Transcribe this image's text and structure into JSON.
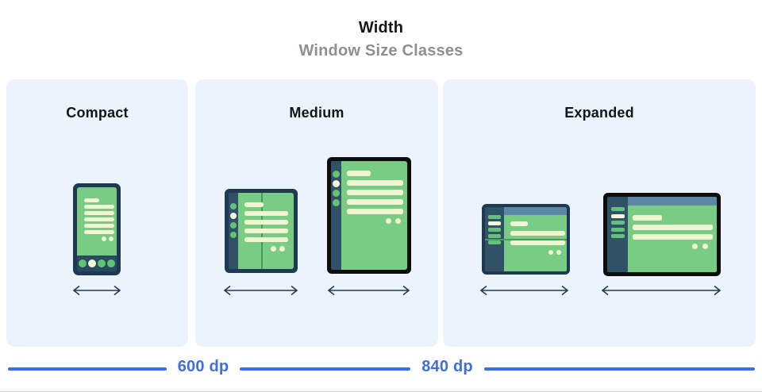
{
  "header": {
    "title": "Width",
    "subtitle": "Window Size Classes"
  },
  "panels": [
    {
      "label": "Compact",
      "devices": [
        "phone-portrait"
      ]
    },
    {
      "label": "Medium",
      "devices": [
        "open-foldable-portrait",
        "tablet-portrait"
      ]
    },
    {
      "label": "Expanded",
      "devices": [
        "open-foldable-landscape",
        "tablet-landscape"
      ]
    }
  ],
  "ruler": {
    "labels": [
      "600 dp",
      "840 dp"
    ]
  },
  "colors": {
    "accent_blue": "#3e6fe1",
    "panel_background": "#edf3fc",
    "device_frame_navy": "#1e3a52",
    "device_frame_black": "#0d0d0d",
    "nav_rail_navy": "#305166",
    "screen_green": "#79cc84",
    "content_cream": "#f1f5d4",
    "accent_green": "#62c377",
    "top_bar_slate": "#5e87a5",
    "fold_hinge_green": "#4d9a60",
    "subtitle_gray": "#8a9096",
    "heading_black": "#131519"
  }
}
